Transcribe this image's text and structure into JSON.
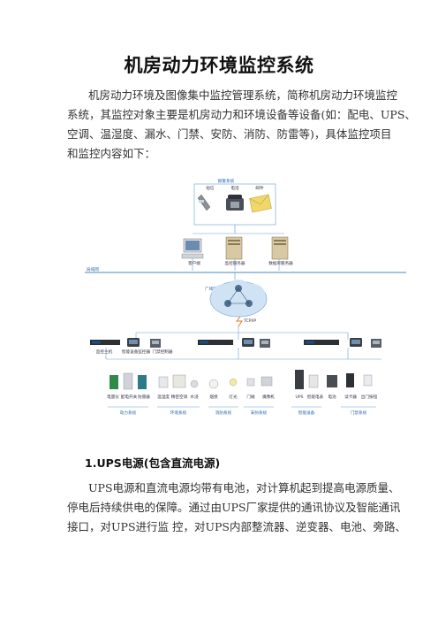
{
  "title": "机房动力环境监控系统",
  "intro": [
    "机房动力环境及图像集中监控管理系统，简称机房动力环境监控",
    "系统，其监控对象主要是机房动力和环境设备等设备(如：配电、UPS、",
    "空调、温湿度、漏水、门禁、安防、消防、防雷等)，具体监控项目",
    "和监控内容如下："
  ],
  "diagram": {
    "top_label": "报警系统",
    "alarms": [
      "短信",
      "电话",
      "邮件"
    ],
    "servers": [
      "客户端",
      "监控服务器",
      "数据库服务器"
    ],
    "lan_label": "局域网",
    "wan_label": "广域网",
    "tcp_label": "TCP/IP",
    "host_devices": [
      "监控主机",
      "智能设备监控器",
      "门禁控制器"
    ],
    "sensors": [
      "电量仪",
      "配电开关",
      "防雷器",
      "温湿度",
      "精密空调",
      "水浸",
      "烟感",
      "灯光",
      "门磁",
      "摄像机",
      "UPS",
      "智能电表",
      "电池",
      "读卡器",
      "出门按钮"
    ],
    "groups": [
      "动力系统",
      "环境系统",
      "消防系统",
      "安防系统",
      "智能设备",
      "门禁系统"
    ]
  },
  "section1": {
    "heading": "1.UPS电源(包含直流电源)",
    "lines": [
      "UPS电源和直流电源均带有电池，对计算机起到提高电源质量、",
      "停电后持续供电的保障。通过由UPS厂家提供的通讯协议及智能通讯",
      "接口，对UPS进行监  控，对UPS内部整流器、逆变器、电池、旁路、"
    ]
  }
}
